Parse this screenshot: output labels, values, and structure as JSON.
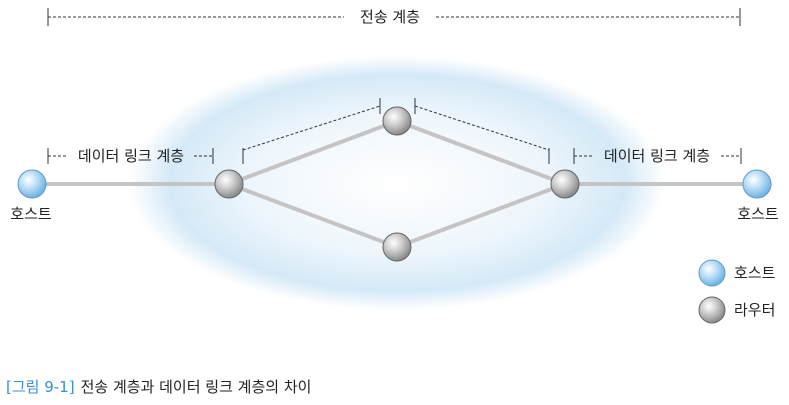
{
  "diagram": {
    "transport_layer_label": "전송 계층",
    "link_layer_label_left": "데이터 링크 계층",
    "link_layer_label_right": "데이터 링크 계층",
    "host_label_left": "호스트",
    "host_label_right": "호스트"
  },
  "legend": {
    "host": "호스트",
    "router": "라우터"
  },
  "caption": {
    "figure_number": "[그림 9-1]",
    "title": "전송 계층과 데이터 링크 계층의 차이"
  }
}
